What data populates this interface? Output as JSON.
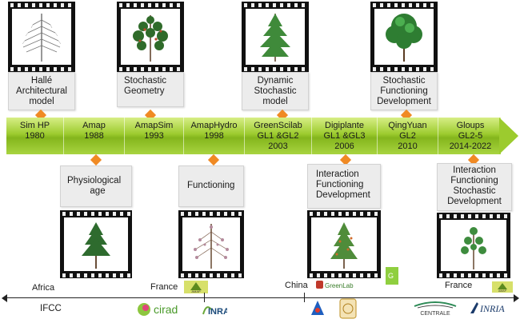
{
  "top_labels": [
    {
      "lines": [
        "Hallé",
        "Architectural",
        "model"
      ]
    },
    {
      "lines": [
        "Stochastic",
        "Geometry"
      ]
    },
    {
      "lines": [
        "Dynamic",
        "Stochastic",
        "model"
      ]
    },
    {
      "lines": [
        "Stochastic",
        "Functioning",
        "Development"
      ]
    }
  ],
  "bottom_labels": [
    {
      "lines": [
        "Physiological",
        "age"
      ]
    },
    {
      "lines": [
        "Functioning"
      ]
    },
    {
      "lines": [
        "Interaction",
        "Functioning",
        "Development"
      ]
    },
    {
      "lines": [
        "Interaction",
        "Functioning",
        "Stochastic",
        "Development"
      ]
    }
  ],
  "timeline": [
    {
      "lines": [
        "Sim HP",
        "1980"
      ]
    },
    {
      "lines": [
        "Amap",
        "1988"
      ]
    },
    {
      "lines": [
        "AmapSim",
        "1993"
      ]
    },
    {
      "lines": [
        "AmapHydro",
        "1998"
      ]
    },
    {
      "lines": [
        "GreenScilab",
        "GL1 &GL2",
        "2003"
      ]
    },
    {
      "lines": [
        "Digiplante",
        "GL1 &GL3",
        "2006"
      ]
    },
    {
      "lines": [
        "QingYuan",
        "GL2",
        "2010"
      ]
    },
    {
      "lines": [
        "Gloups",
        "GL2-5",
        "2014-2022"
      ]
    }
  ],
  "regions": [
    "Africa",
    "France",
    "China",
    "France"
  ],
  "ifcc": "IFCC",
  "logos": {
    "cirad": "cirad",
    "inra": "INRA",
    "greenlab": "GreenLab",
    "centrale": "CENTRALE",
    "inria": "INRIA",
    "amap": "AMAP",
    "amap2": "AMAP"
  },
  "colors": {
    "band_light": "#d7ee86",
    "band_dark": "#84b51c",
    "connector": "#f08a24",
    "label_bg": "#ececec"
  }
}
